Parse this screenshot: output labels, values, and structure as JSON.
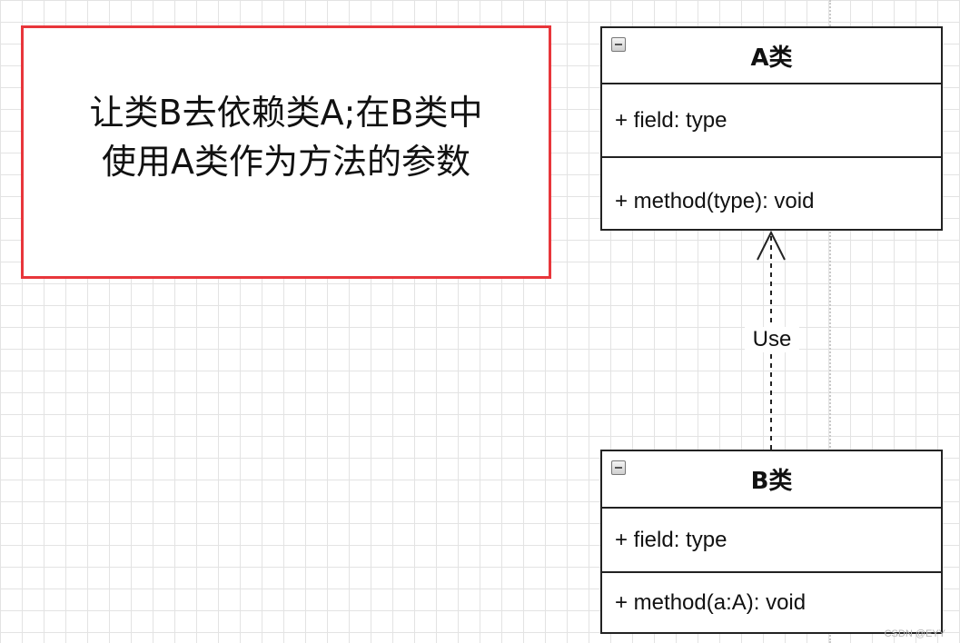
{
  "note": {
    "line1": "让类B去依赖类A;在B类中",
    "line2": "使用A类作为方法的参数"
  },
  "class_a": {
    "name": "A类",
    "field": "+ field: type",
    "method": "+ method(type): void",
    "collapse_icon": "collapse-minus-icon"
  },
  "class_b": {
    "name": "B类",
    "field": "+ field: type",
    "method": "+ method(a:A): void",
    "collapse_icon": "collapse-minus-icon"
  },
  "connector": {
    "label": "Use",
    "style": "dashed",
    "arrowhead": "open",
    "from": "B类",
    "to": "A类"
  },
  "colors": {
    "note_border": "#e8363b",
    "class_border": "#222222",
    "grid": "#e3e3e3"
  },
  "watermark": "CSDN @EYY"
}
